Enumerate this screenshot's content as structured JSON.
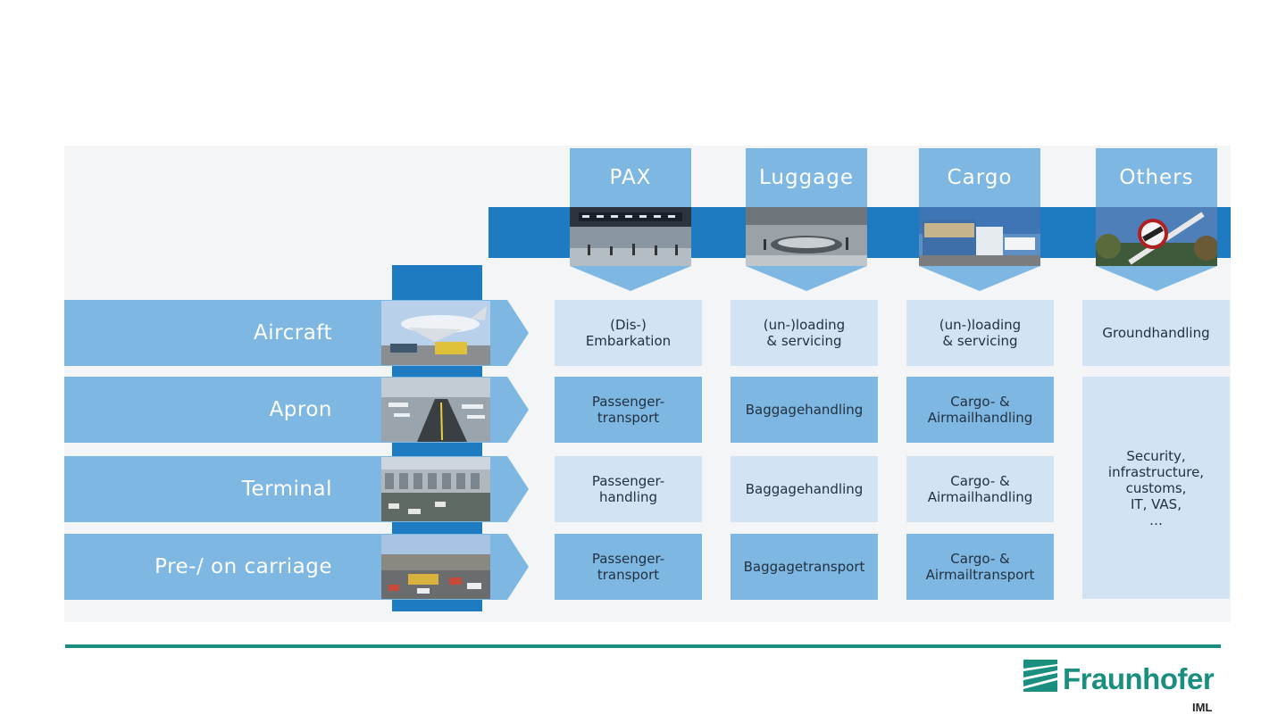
{
  "columns": [
    {
      "label": "PAX",
      "photo": "airport-hall-photo"
    },
    {
      "label": "Luggage",
      "photo": "baggage-claim-photo"
    },
    {
      "label": "Cargo",
      "photo": "cargo-loading-photo"
    },
    {
      "label": "Others",
      "photo": "customs-sign-photo"
    }
  ],
  "rows": [
    {
      "label": "Aircraft",
      "photo": "aircraft-photo"
    },
    {
      "label": "Apron",
      "photo": "apron-photo"
    },
    {
      "label": "Terminal",
      "photo": "terminal-photo"
    },
    {
      "label": "Pre-/ on carriage",
      "photo": "carriage-photo"
    }
  ],
  "cells": [
    [
      "(Dis-)\nEmbarkation",
      "(un-)loading\n& servicing",
      "(un-)loading\n& servicing",
      "Groundhandling"
    ],
    [
      "Passenger-\ntransport",
      "Baggagehandling",
      "Cargo- &\nAirmailhandling",
      "Security,\ninfrastructure,\ncustoms,\nIT, VAS,\n…"
    ],
    [
      "Passenger-\nhandling",
      "Baggagehandling",
      "Cargo- &\nAirmailhandling",
      ""
    ],
    [
      "Passenger-\ntransport",
      "Baggagetransport",
      "Cargo- &\nAirmailtransport",
      ""
    ]
  ],
  "logo": {
    "name": "Fraunhofer",
    "sub": "IML"
  },
  "colors": {
    "light_blue": "#7eb7e2",
    "pale_blue": "#d2e4f4",
    "band_blue": "#1f7bc1",
    "teal": "#1a8f80"
  }
}
